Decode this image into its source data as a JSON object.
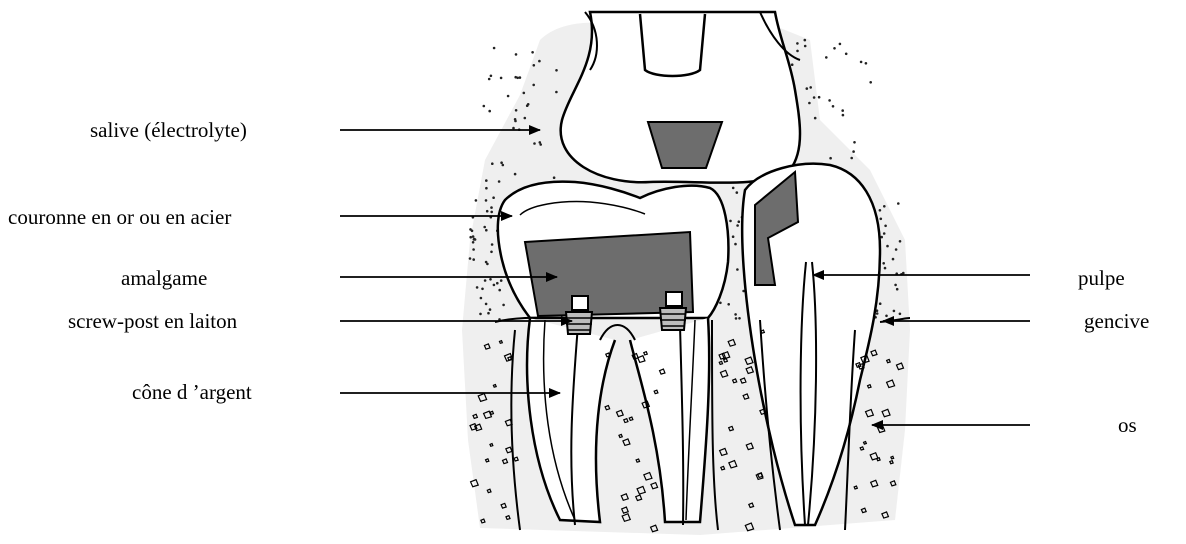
{
  "colors": {
    "ink": "#000000",
    "background": "#ffffff",
    "gum_fill": "#efefef",
    "tooth_fill": "#ffffff",
    "amalgam_fill": "#6d6d6d",
    "stipple": "#222222"
  },
  "labels": {
    "left": {
      "saliva": "salive (électrolyte)",
      "crown": "couronne en or ou en acier",
      "amalgam": "amalgame",
      "screw_post": "screw-post  en laiton",
      "silver_cone": "cône d ’argent"
    },
    "right": {
      "pulp": "pulpe",
      "gum": "gencive",
      "bone": "os"
    }
  }
}
